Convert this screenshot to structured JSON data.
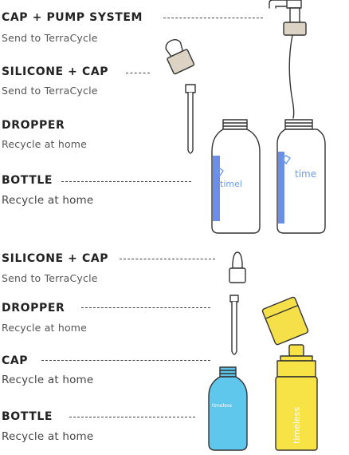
{
  "top": {
    "cap_pump": {
      "title": "CAP + PUMP SYSTEM",
      "sub": "Send to TerraCycle"
    },
    "silicone_cap": {
      "title": "SILICONE + CAP",
      "sub": "Send to TerraCycle"
    },
    "dropper": {
      "title": "DROPPER",
      "sub": "Recycle at home"
    },
    "bottle": {
      "title": "BOTTLE",
      "sub": "Recycle at home"
    }
  },
  "bottom": {
    "silicone_cap": {
      "title": "SILICONE + CAP",
      "sub": "Send to TerraCycle"
    },
    "dropper": {
      "title": "DROPPER",
      "sub": "Recycle at home"
    },
    "cap": {
      "title": "CAP",
      "sub": "Recycle at home"
    },
    "bottle": {
      "title": "BOTTLE",
      "sub": "Recycle at home"
    }
  },
  "brand": {
    "label_short": "timel",
    "label_full": "time",
    "label_yellow": "timeless",
    "label_blue": "timeless"
  },
  "colors": {
    "line": "#333333",
    "pump_tan": "#ddd3c4",
    "label_blue": "#6b8fe8",
    "brand_blue": "#6b9aea",
    "bottle_cyan": "#5fc6ec",
    "cap_yellow": "#f6e04a",
    "bottle_yellow": "#f7e345"
  }
}
